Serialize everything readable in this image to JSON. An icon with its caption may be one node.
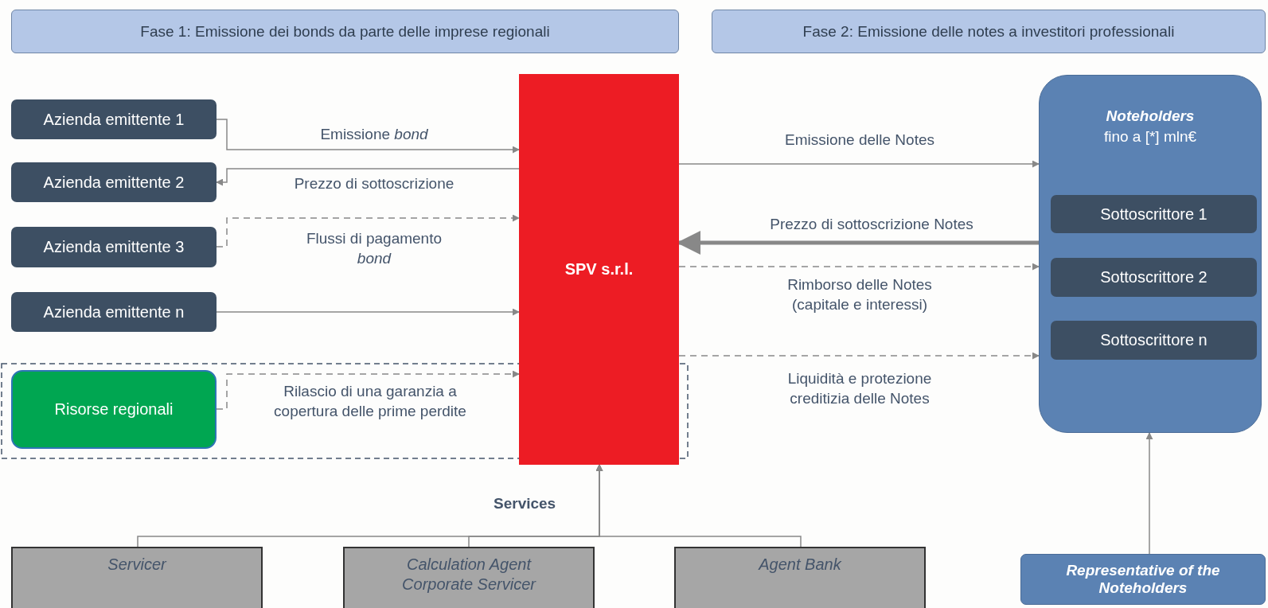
{
  "diagram": {
    "nodes": [
      {
        "text": [
          "Fase 1: Emissione dei bonds da parte delle imprese regionali"
        ]
      },
      {
        "text": [
          "Fase 2: Emissione delle notes a investitori professionali"
        ]
      },
      {
        "text": [
          "Azienda emittente 1"
        ]
      },
      {
        "text": [
          "Azienda emittente 2"
        ]
      },
      {
        "text": [
          "Azienda emittente 3"
        ]
      },
      {
        "text": [
          "Azienda emittente n"
        ]
      },
      {
        "text": [
          "Risorse regionali"
        ]
      },
      {
        "text": [
          "SPV s.r.l."
        ]
      },
      {
        "text": [
          "Noteholders",
          "fino a [*] mln€"
        ]
      },
      {
        "text": [
          "Sottoscrittore 1"
        ],
        "in": 8
      },
      {
        "text": [
          "Sottoscrittore 2"
        ],
        "in": 8
      },
      {
        "text": [
          "Sottoscrittore n"
        ],
        "in": 8
      },
      {
        "text": [
          "Servicer"
        ]
      },
      {
        "text": [
          "Calculation Agent Corporate Servicer"
        ]
      },
      {
        "text": [
          "Agent Bank"
        ]
      },
      {
        "text": [
          "Representative of the Noteholders"
        ]
      }
    ],
    "edges": [
      {
        "from": 2,
        "to": 7,
        "arrow": "to",
        "label": "Emissione *bond*"
      },
      {
        "from": 7,
        "to": 3,
        "arrow": "to",
        "label": "Prezzo di sottoscrizione"
      },
      {
        "from": 4,
        "to": 7,
        "arrow": "to",
        "label": "Flussi di pagamento *bond*",
        "style": "dashed"
      },
      {
        "from": 5,
        "to": 7,
        "arrow": "to"
      },
      {
        "from": 6,
        "to": 7,
        "arrow": "to",
        "label": "Rilascio di una garanzia a copertura delle prime perdite",
        "style": "dashed"
      },
      {
        "from": 7,
        "to": 8,
        "arrow": "to",
        "label": "Emissione delle Notes"
      },
      {
        "from": 8,
        "to": 7,
        "arrow": "to",
        "label": "Prezzo di sottoscrizione Notes",
        "style": "thick"
      },
      {
        "from": 7,
        "to": 8,
        "arrow": "to",
        "label": "Rimborso delle Notes (capitale e interessi)",
        "style": "dashed"
      },
      {
        "from": 7,
        "to": 8,
        "arrow": "to",
        "label": "Liquidità e protezione creditizia delle Notes",
        "style": "dashed"
      },
      {
        "from": 12,
        "to": 7,
        "arrow": "to"
      },
      {
        "from": 13,
        "to": 7,
        "arrow": "to"
      },
      {
        "from": 14,
        "to": 7,
        "arrow": "to"
      },
      {
        "from": 15,
        "to": 8,
        "arrow": "to"
      }
    ],
    "labels": [
      "Services"
    ]
  }
}
